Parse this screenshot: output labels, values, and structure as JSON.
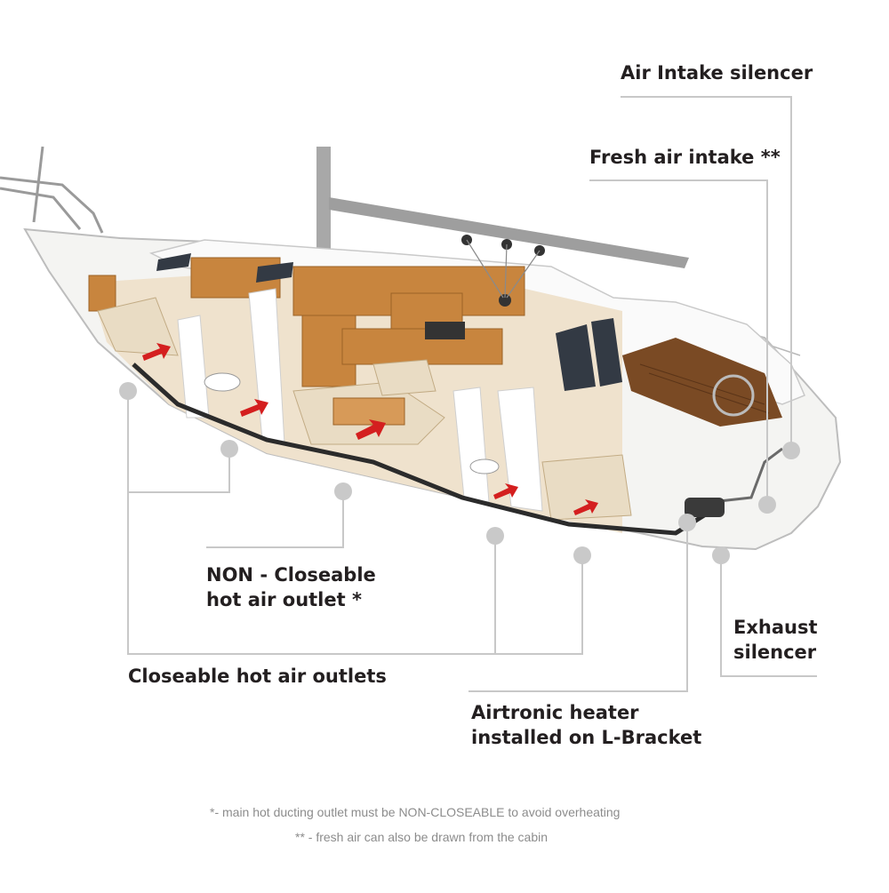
{
  "labels": {
    "air_intake_silencer": "Air Intake silencer",
    "fresh_air_intake": "Fresh air intake **",
    "non_closeable_line1": "NON - Closeable",
    "non_closeable_line2": "hot air outlet *",
    "closeable_outlets": "Closeable hot air outlets",
    "exhaust_line1": "Exhaust",
    "exhaust_line2": "silencer",
    "heater_line1": "Airtronic heater",
    "heater_line2": "installed on L-Bracket"
  },
  "notes": {
    "note1": "*- main hot ducting outlet must be NON-CLOSEABLE to avoid overheating",
    "note2": "** - fresh air can also be drawn from the cabin"
  },
  "colors": {
    "leader": "#c8c8c8",
    "marker": "#c9c9c9",
    "text": "#231f20",
    "note": "#8c8c8c",
    "hull": "#f4f4f2",
    "wood": "#c8853e",
    "cushion": "#e9dcc4",
    "duct": "#2b2b2b",
    "hot_air_arrow": "#d41f1f",
    "deck_teak": "#7a4a24"
  }
}
